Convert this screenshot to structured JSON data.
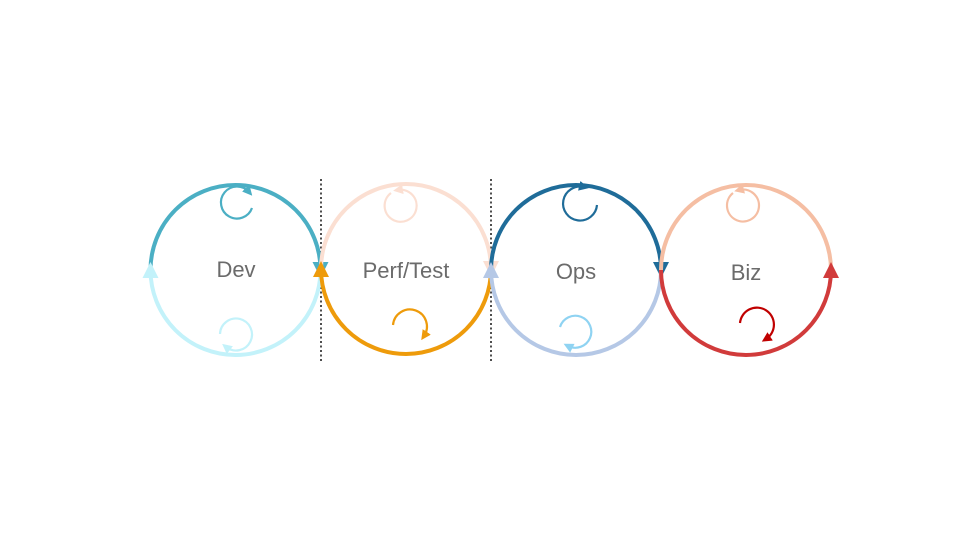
{
  "diagram": {
    "cycles": [
      {
        "label": "Dev",
        "top_color": "#4BAFC4",
        "bottom_color": "#C3F2FA",
        "top_loop_color": "#4BAFC4",
        "bottom_loop_color": "#C3F2FA"
      },
      {
        "label": "Perf/Test",
        "top_color": "#FBDFD2",
        "bottom_color": "#EE9B0B",
        "top_loop_color": "#FBDFD2",
        "bottom_loop_color": "#EE9B0B"
      },
      {
        "label": "Ops",
        "top_color": "#1F6C99",
        "bottom_color": "#B5C8E6",
        "top_loop_color": "#1F6C99",
        "bottom_loop_color": "#8FD3F2"
      },
      {
        "label": "Biz",
        "top_color": "#F5BEA3",
        "bottom_color": "#D13B3B",
        "top_loop_color": "#F5BEA3",
        "bottom_loop_color": "#C00000"
      }
    ],
    "divider_color": "#222222"
  }
}
